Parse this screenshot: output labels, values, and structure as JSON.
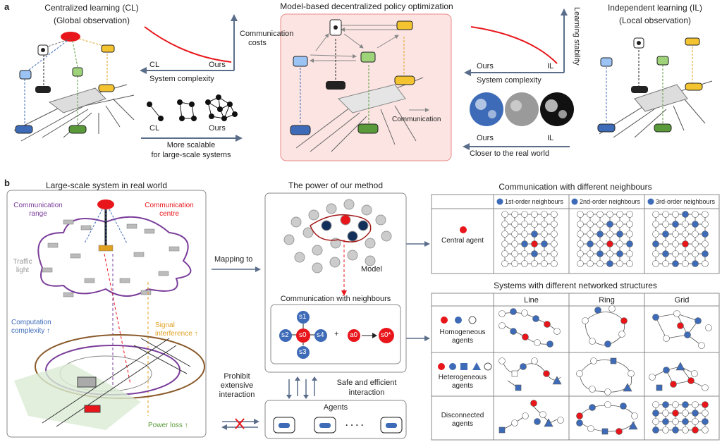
{
  "panel_a": {
    "letter": "a",
    "cl": {
      "title": "Centralized learning (CL)",
      "subtitle": "(Global observation)"
    },
    "mid": {
      "title": "Model-based decentralized policy optimization",
      "legend": "Communication"
    },
    "il": {
      "title": "Independent learning (IL)",
      "subtitle": "(Local observation)"
    },
    "comm_chart": {
      "ylabel": "Communication costs",
      "xlabel": "System complexity",
      "left": "CL",
      "right": "Ours"
    },
    "scal": {
      "left": "CL",
      "right": "Ours",
      "caption_line1": "More scalable",
      "caption_line2": "for large-scale systems"
    },
    "stab_chart": {
      "ylabel": "Learning stability",
      "xlabel": "System complexity",
      "left": "Ours",
      "right": "IL"
    },
    "real": {
      "left": "Ours",
      "right": "IL",
      "caption": "Closer to the real world"
    }
  },
  "panel_b": {
    "letter": "b",
    "real_world": {
      "title": "Large-scale system in real world",
      "comm_range": "Communication range",
      "comm_centre": "Communication centre",
      "traffic_light": "Traffic light",
      "comp_complexity": "Computation complexity ↑",
      "signal": "Signal interference ↑",
      "power": "Power loss ↑"
    },
    "mapping": "Mapping to",
    "prohibit": "Prohibit extensive interaction",
    "power": {
      "title": "The power of our method",
      "model": "Model",
      "comm_neighbours": "Communication with neighbours",
      "nodes": {
        "s1": "s1",
        "s2": "s2",
        "s0": "s0",
        "s4": "s4",
        "s3": "s3",
        "a0": "a0",
        "s0star": "s0*"
      },
      "plus": "+",
      "safe": "Safe and efficient interaction",
      "agents": "Agents",
      "ellipsis": "· · · ·"
    },
    "neighbours": {
      "title": "Communication with different neighbours",
      "central_agent": "Central agent",
      "headers": [
        "1st-order neighbours",
        "2nd-order neighbours",
        "3rd-order neighbours"
      ]
    },
    "networks": {
      "title": "Systems with different networked structures",
      "cols": [
        "Line",
        "Ring",
        "Grid"
      ],
      "rows": [
        "Homogeneous agents",
        "Heterogeneous agents",
        "Disconnected agents"
      ]
    }
  },
  "colors": {
    "red": "#e8161b",
    "blue": "#3e6bb8",
    "purple": "#7a3d9a",
    "orange": "#e0a020",
    "green": "#5a9a3a",
    "pink_bg": "#fbe4e2"
  }
}
